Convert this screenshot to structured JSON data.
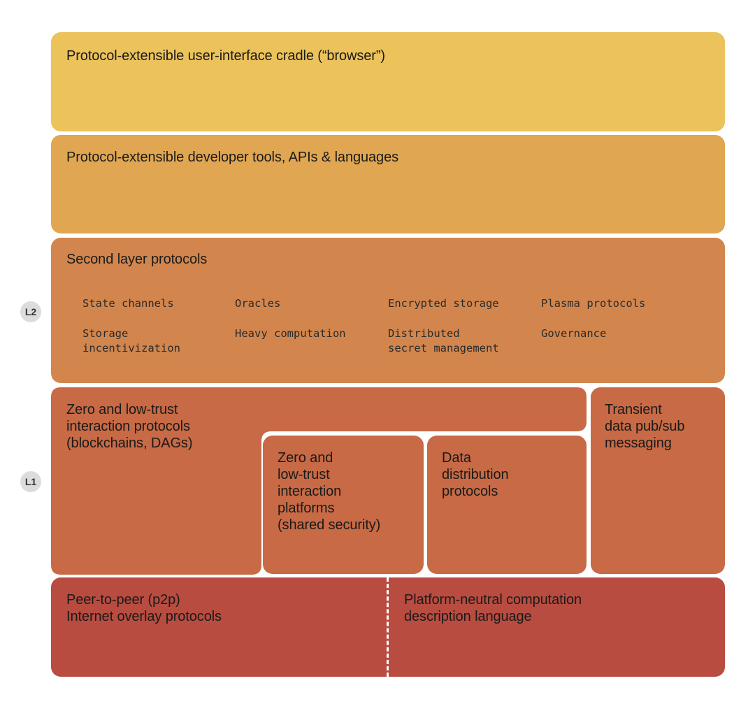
{
  "colors": {
    "browser": "#ecc25b",
    "devtools": "#e0a651",
    "second_layer": "#d2864d",
    "l1": "#c76a45",
    "p2p": "#b94c40",
    "badge": "#dcdcdc"
  },
  "badges": {
    "l2": "L2",
    "l1": "L1"
  },
  "layers": {
    "browser": {
      "title": "Protocol-extensible user-interface cradle (“browser”)"
    },
    "devtools": {
      "title": "Protocol-extensible developer tools, APIs & languages"
    },
    "second_layer": {
      "title": "Second layer protocols",
      "items": [
        "State channels",
        "Oracles",
        "Encrypted storage",
        "Plasma protocols",
        "Storage\nincentivization",
        "Heavy computation",
        "Distributed\nsecret management",
        "Governance"
      ]
    },
    "l1": {
      "zero_trust_protocols": "Zero and low-trust\ninteraction protocols\n(blockchains, DAGs)",
      "zero_trust_platforms": "Zero and\nlow-trust\ninteraction\nplatforms\n(shared security)",
      "data_distribution": "Data\ndistribution\nprotocols",
      "transient_data": "Transient\ndata pub/sub\nmessaging"
    },
    "base": {
      "p2p": "Peer-to-peer (p2p)\nInternet overlay protocols",
      "computation": "Platform-neutral computation\ndescription language"
    }
  }
}
